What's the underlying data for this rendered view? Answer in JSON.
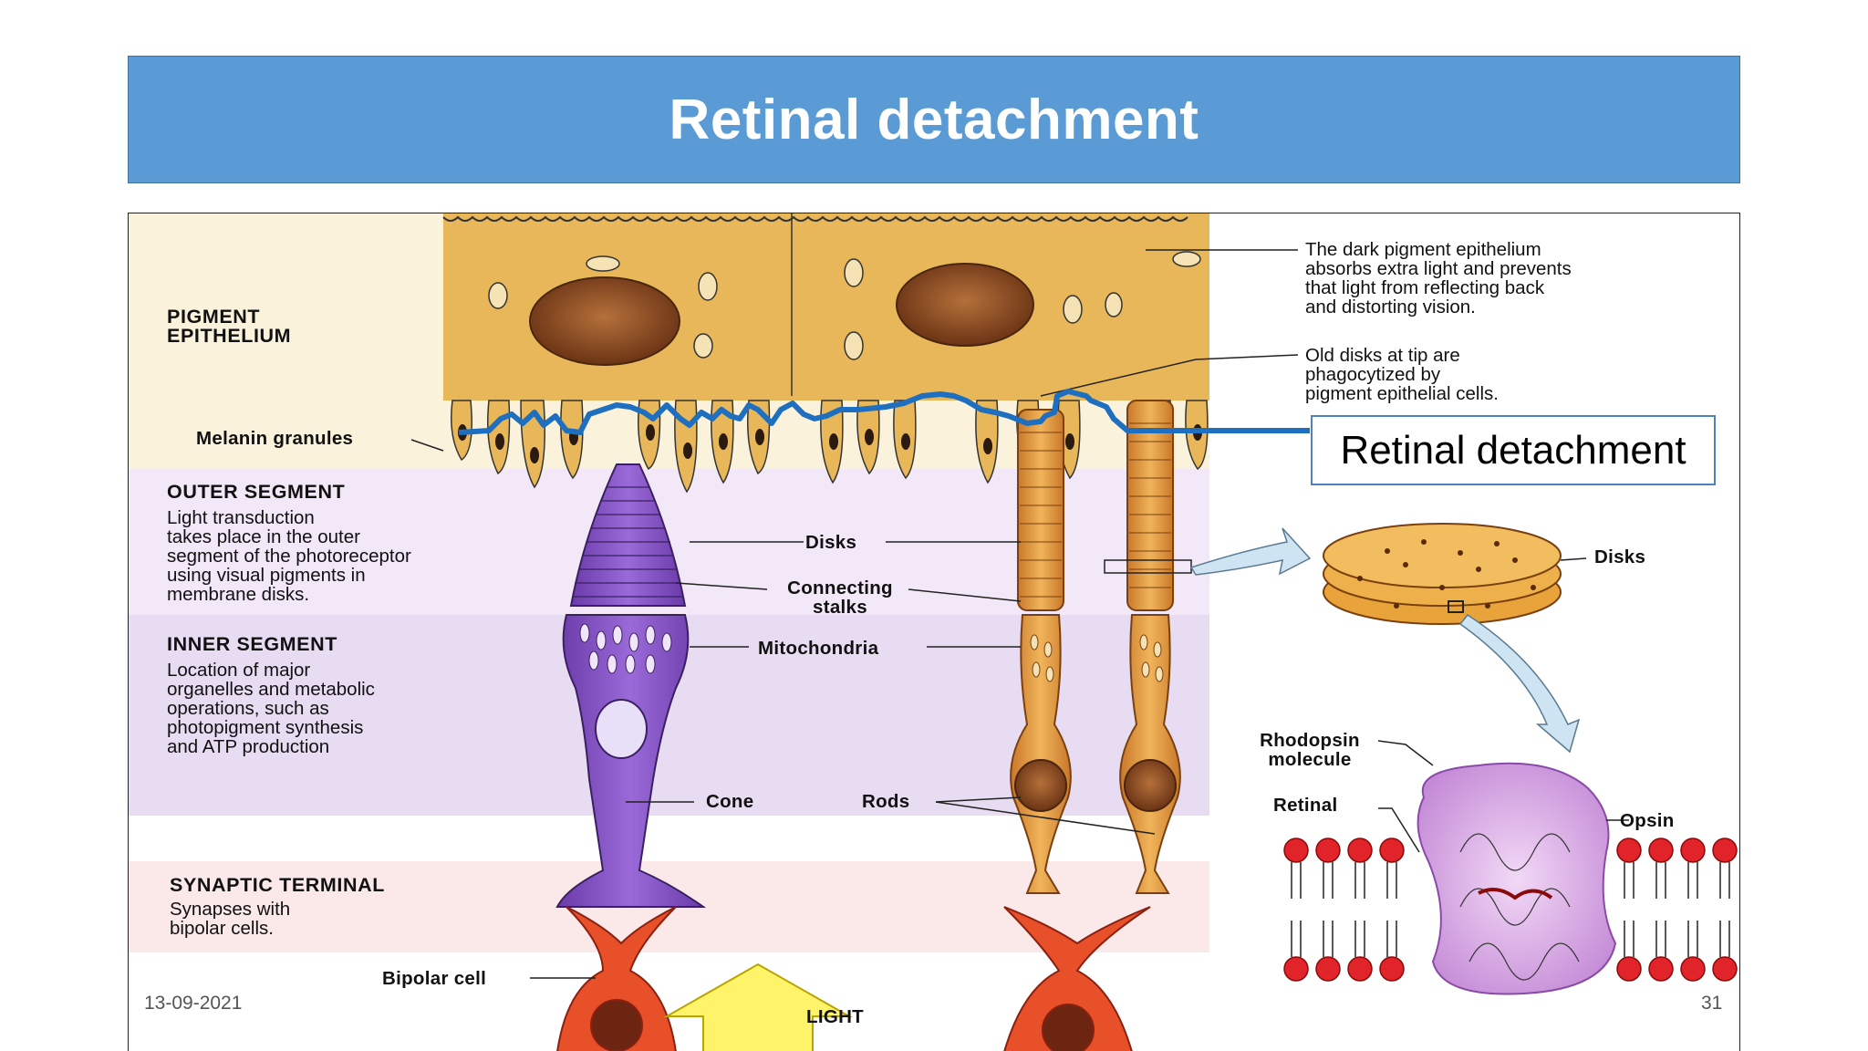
{
  "slide": {
    "title": "Retinal detachment",
    "date": "13-09-2021",
    "page_number": "31"
  },
  "callout": {
    "text": "Retinal detachment",
    "line_color": "#1e6fc0"
  },
  "regions": {
    "pigment_epithelium": "PIGMENT\nEPITHELIUM",
    "outer_segment_title": "OUTER SEGMENT",
    "outer_segment_desc": "Light transduction\ntakes place in the outer\nsegment of the photoreceptor\nusing visual pigments in\nmembrane disks.",
    "inner_segment_title": "INNER SEGMENT",
    "inner_segment_desc": "Location of major\norganelles and metabolic\noperations, such as\nphotopigment synthesis\nand ATP production",
    "synaptic_terminal_title": "SYNAPTIC TERMINAL",
    "synaptic_terminal_desc": "Synapses with\nbipolar cells."
  },
  "labels": {
    "melanin_granules": "Melanin granules",
    "disks": "Disks",
    "connecting_stalks": "Connecting\nstalks",
    "mitochondria": "Mitochondria",
    "cone": "Cone",
    "rods": "Rods",
    "bipolar_cell": "Bipolar cell",
    "light": "LIGHT",
    "disks_right": "Disks",
    "rhodopsin_molecule": "Rhodopsin\nmolecule",
    "retinal": "Retinal",
    "opsin": "Opsin"
  },
  "annotations": {
    "pigment_note": "The dark pigment epithelium\nabsorbs extra light and prevents\nthat light from reflecting back\nand distorting vision.",
    "old_disks_note": "Old disks at tip are\nphagocytized by\npigment epithelial cells."
  },
  "colors": {
    "title_bar": "#5b9bd5",
    "pigment_band": "#fbf2dc",
    "outer_band": "#f3e8f8",
    "inner_band": "#e8dcf2",
    "synaptic_band": "#fbe9e9",
    "pigment_cells": "#e8b75a",
    "cone": "#8a55c8",
    "rods": "#e8a43a",
    "bipolar": "#e8502a",
    "membrane_heads": "#e0242a"
  }
}
